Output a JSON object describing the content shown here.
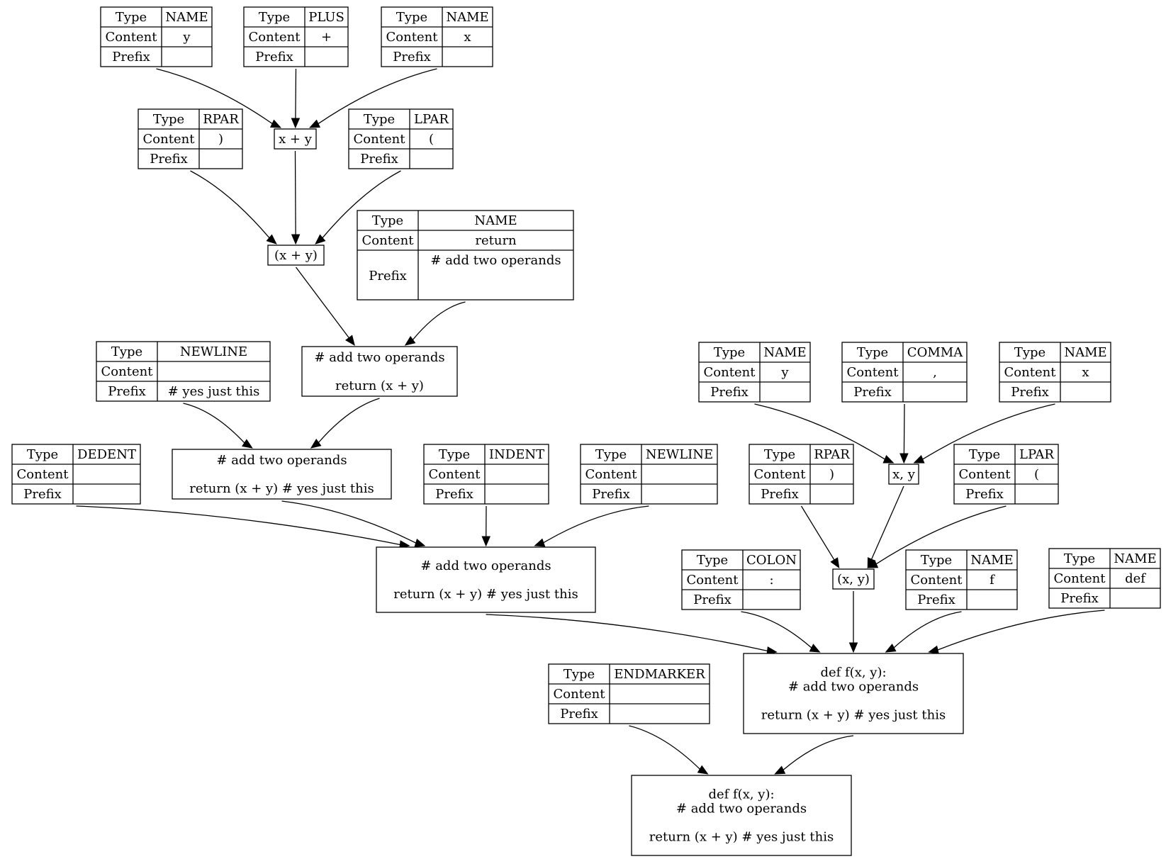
{
  "diagram": {
    "row_labels": [
      "Type",
      "Content",
      "Prefix"
    ],
    "tokens": [
      {
        "id": "t_name_y_top",
        "type": "NAME",
        "content": "y",
        "prefix": ""
      },
      {
        "id": "t_plus",
        "type": "PLUS",
        "content": "+",
        "prefix": ""
      },
      {
        "id": "t_name_x_top",
        "type": "NAME",
        "content": "x",
        "prefix": ""
      },
      {
        "id": "t_rpar_top",
        "type": "RPAR",
        "content": ")",
        "prefix": ""
      },
      {
        "id": "t_lpar_top",
        "type": "LPAR",
        "content": "(",
        "prefix": ""
      },
      {
        "id": "t_name_return",
        "type": "NAME",
        "content": "return",
        "prefix": "# add two operands"
      },
      {
        "id": "t_newline_left",
        "type": "NEWLINE",
        "content": "",
        "prefix": "# yes just this"
      },
      {
        "id": "t_dedent",
        "type": "DEDENT",
        "content": "",
        "prefix": ""
      },
      {
        "id": "t_indent",
        "type": "INDENT",
        "content": "",
        "prefix": ""
      },
      {
        "id": "t_newline_mid",
        "type": "NEWLINE",
        "content": "",
        "prefix": ""
      },
      {
        "id": "t_name_y_right",
        "type": "NAME",
        "content": "y",
        "prefix": ""
      },
      {
        "id": "t_comma",
        "type": "COMMA",
        "content": ",",
        "prefix": ""
      },
      {
        "id": "t_name_x_right",
        "type": "NAME",
        "content": "x",
        "prefix": ""
      },
      {
        "id": "t_rpar_right",
        "type": "RPAR",
        "content": ")",
        "prefix": ""
      },
      {
        "id": "t_lpar_right",
        "type": "LPAR",
        "content": "(",
        "prefix": ""
      },
      {
        "id": "t_colon",
        "type": "COLON",
        "content": ":",
        "prefix": ""
      },
      {
        "id": "t_name_f",
        "type": "NAME",
        "content": "f",
        "prefix": ""
      },
      {
        "id": "t_name_def",
        "type": "NAME",
        "content": "def",
        "prefix": ""
      },
      {
        "id": "t_endmarker",
        "type": "ENDMARKER",
        "content": "",
        "prefix": ""
      }
    ],
    "nodes": [
      {
        "id": "n_x_plus_y",
        "lines": [
          "x + y"
        ]
      },
      {
        "id": "n_paren_x_plus_y",
        "lines": [
          " (x + y)"
        ]
      },
      {
        "id": "n_return_stmt",
        "lines": [
          "# add two operands",
          "",
          "    return (x + y)"
        ]
      },
      {
        "id": "n_simple_stmt",
        "lines": [
          "# add two operands",
          "",
          "  return (x + y)  # yes just this"
        ]
      },
      {
        "id": "n_suite",
        "lines": [
          "# add two operands",
          "",
          "  return (x + y)  # yes just this"
        ]
      },
      {
        "id": "n_x_comma_y",
        "lines": [
          "x, y"
        ]
      },
      {
        "id": "n_params",
        "lines": [
          "(x, y)"
        ]
      },
      {
        "id": "n_funcdef",
        "lines": [
          "def f(x, y):",
          "  # add two operands",
          "",
          "  return (x + y)  # yes just this"
        ]
      },
      {
        "id": "n_file_input",
        "lines": [
          "def f(x, y):",
          "  # add two operands",
          "",
          "  return (x + y)  # yes just this"
        ]
      }
    ],
    "edges": [
      [
        "t_name_y_top",
        "n_x_plus_y"
      ],
      [
        "t_plus",
        "n_x_plus_y"
      ],
      [
        "t_name_x_top",
        "n_x_plus_y"
      ],
      [
        "t_rpar_top",
        "n_paren_x_plus_y"
      ],
      [
        "n_x_plus_y",
        "n_paren_x_plus_y"
      ],
      [
        "t_lpar_top",
        "n_paren_x_plus_y"
      ],
      [
        "n_paren_x_plus_y",
        "n_return_stmt"
      ],
      [
        "t_name_return",
        "n_return_stmt"
      ],
      [
        "t_newline_left",
        "n_simple_stmt"
      ],
      [
        "n_return_stmt",
        "n_simple_stmt"
      ],
      [
        "t_dedent",
        "n_suite"
      ],
      [
        "n_simple_stmt",
        "n_suite"
      ],
      [
        "t_indent",
        "n_suite"
      ],
      [
        "t_newline_mid",
        "n_suite"
      ],
      [
        "t_name_y_right",
        "n_x_comma_y"
      ],
      [
        "t_comma",
        "n_x_comma_y"
      ],
      [
        "t_name_x_right",
        "n_x_comma_y"
      ],
      [
        "t_rpar_right",
        "n_params"
      ],
      [
        "n_x_comma_y",
        "n_params"
      ],
      [
        "t_lpar_right",
        "n_params"
      ],
      [
        "n_suite",
        "n_funcdef"
      ],
      [
        "t_colon",
        "n_funcdef"
      ],
      [
        "n_params",
        "n_funcdef"
      ],
      [
        "t_name_f",
        "n_funcdef"
      ],
      [
        "t_name_def",
        "n_funcdef"
      ],
      [
        "t_endmarker",
        "n_file_input"
      ],
      [
        "n_funcdef",
        "n_file_input"
      ]
    ]
  }
}
